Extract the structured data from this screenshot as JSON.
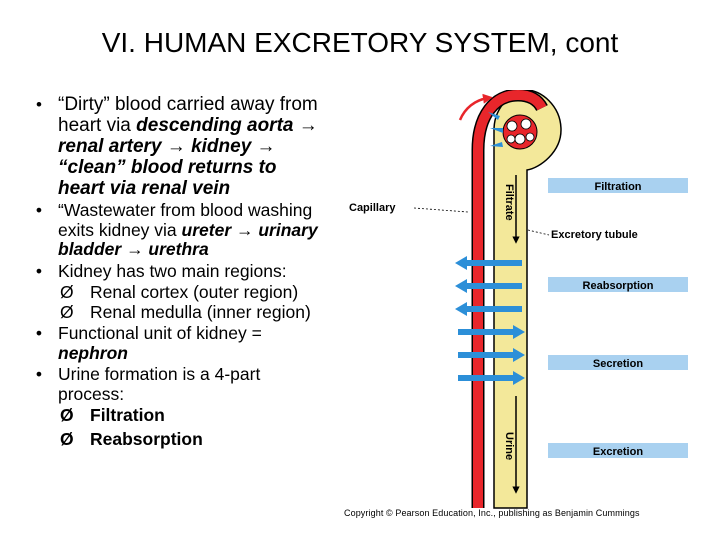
{
  "title": "VI.  HUMAN EXCRETORY SYSTEM, cont",
  "bullets": {
    "b1": {
      "bullet": "•",
      "pre": "“Dirty” blood carried away from heart via ",
      "em": "descending aorta → renal artery → kidney → “clean” blood returns to heart via renal vein"
    },
    "b2": {
      "bullet": "•",
      "pre": "“Wastewater from blood washing exits kidney via ",
      "em": "ureter → urinary bladder → urethra"
    },
    "b3": {
      "bullet": "•",
      "text": "Kidney has two main regions:"
    },
    "b3_subs": [
      "Renal cortex (outer region)",
      "Renal medulla (inner region)"
    ],
    "b4": {
      "bullet": "•",
      "pre": "Functional unit of kidney = ",
      "em": "nephron"
    },
    "b5": {
      "bullet": "•",
      "text": "Urine formation is a 4-part process:"
    },
    "b5_subs": [
      "Filtration",
      "Reabsorption"
    ],
    "sub_arrow": "Ø"
  },
  "diagram": {
    "labels": {
      "capillary": "Capillary",
      "tubule": "Excretory tubule",
      "filtrate": "Filtrate",
      "urine": "Urine"
    },
    "steps": [
      "Filtration",
      "Reabsorption",
      "Secretion",
      "Excretion"
    ],
    "colors": {
      "vessel": "#e8262b",
      "tubule": "#f3e89a",
      "arrow": "#2c8fd8",
      "box": "#a9d1f0"
    }
  },
  "copyright": "Copyright © Pearson Education, Inc., publishing as Benjamin Cummings"
}
